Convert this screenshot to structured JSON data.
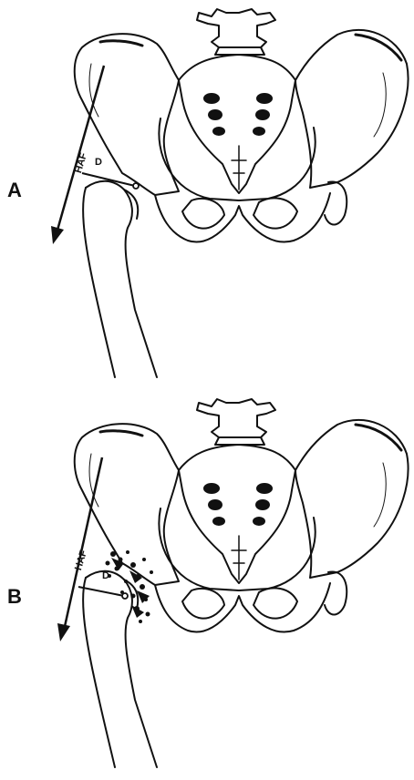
{
  "panels": [
    {
      "letter": "A",
      "force_label": "HAF",
      "distance_label": "D"
    },
    {
      "letter": "B",
      "force_label": "HAF",
      "distance_label": "D"
    }
  ],
  "colors": {
    "ink": "#111111",
    "background": "#ffffff"
  }
}
